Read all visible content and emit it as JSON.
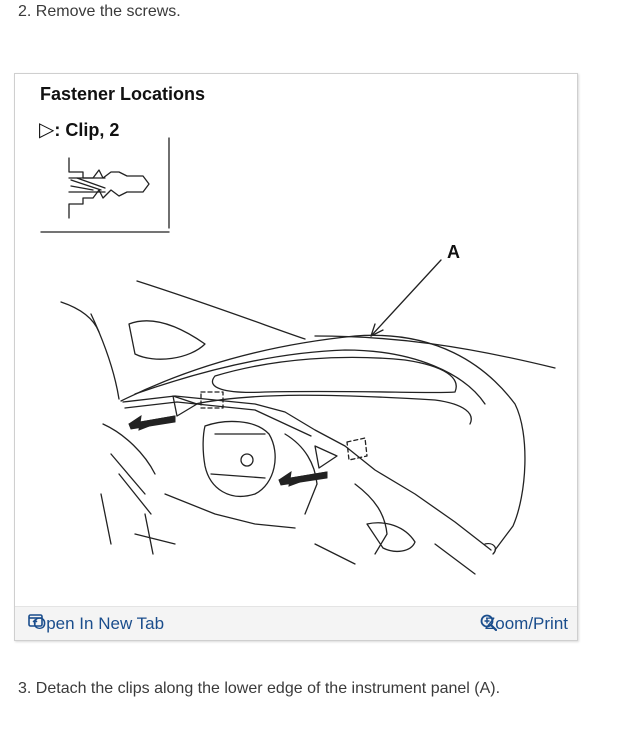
{
  "steps": {
    "step2": "2. Remove the screws.",
    "step3": "3. Detach the clips along the lower edge of the instrument panel (A)."
  },
  "figure": {
    "title": "Fastener Locations",
    "legend_symbol": "▷",
    "legend_text": ": Clip, 2",
    "callout": "A"
  },
  "toolbar": {
    "open_tab_label": "Open In New Tab",
    "zoom_label": "Zoom/Print",
    "link_color": "#1a4d8c",
    "open_tab_icon": "open-new-tab-icon",
    "zoom_icon": "magnifier-zoom-icon"
  }
}
